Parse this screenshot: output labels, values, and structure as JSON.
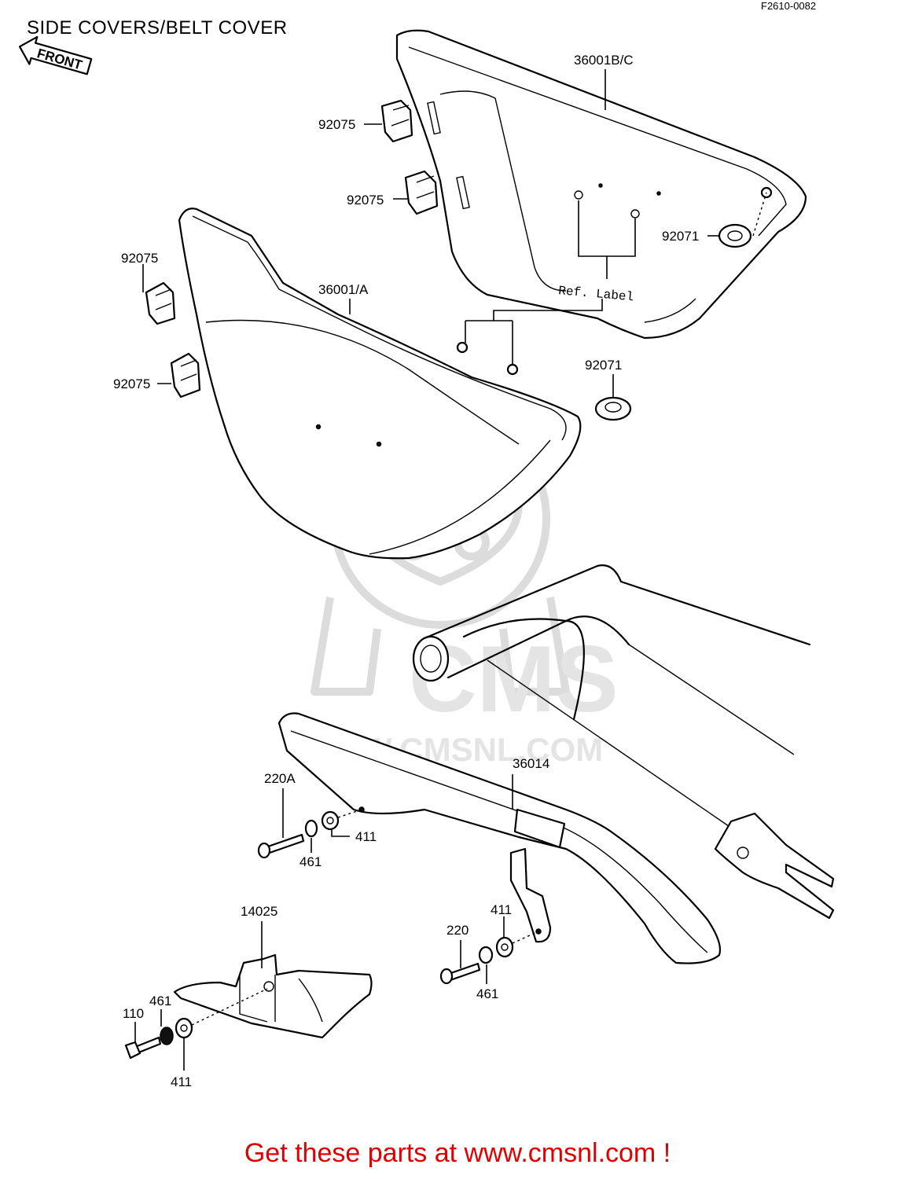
{
  "title": "SIDE COVERS/BELT COVER",
  "figure_code": "F2610-0082",
  "front_badge": "FRONT",
  "watermark": {
    "logo_text": "CMS",
    "url_text": "WWW.CMSNL.COM"
  },
  "promo": "Get these parts at www.cmsnl.com !",
  "callouts": {
    "c36001bc": "36001B/C",
    "c92075_a": "92075",
    "c92075_b": "92075",
    "c92075_c": "92075",
    "c92075_d": "92075",
    "c92071_a": "92071",
    "c92071_b": "92071",
    "c36001a": "36001/A",
    "ref_label": "Ref. Label",
    "c36014": "36014",
    "c220a": "220A",
    "c461_a": "461",
    "c411_a": "411",
    "c14025": "14025",
    "c411_b": "411",
    "c220": "220",
    "c461_b": "461",
    "c461_c": "461",
    "c110": "110",
    "c411_c": "411"
  }
}
